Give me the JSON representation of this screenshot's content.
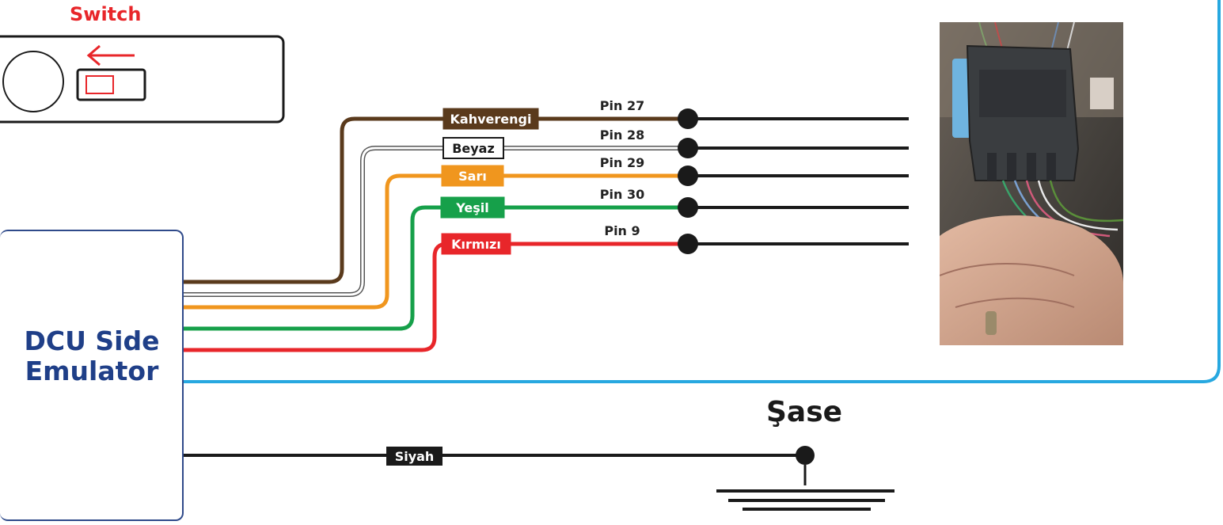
{
  "switch": {
    "title": "Switch"
  },
  "emulator": {
    "line1": "DCU Side",
    "line2": "Emulator"
  },
  "ground": {
    "title": "Şase",
    "wire_label": "Siyah"
  },
  "wires": [
    {
      "label": "Kahverengi",
      "pin": "Pin 27",
      "color": "#5a3a1c"
    },
    {
      "label": "Beyaz",
      "pin": "Pin 28",
      "color": "#ffffff"
    },
    {
      "label": "Sarı",
      "pin": "Pin 29",
      "color": "#f0961e"
    },
    {
      "label": "Yeşil",
      "pin": "Pin 30",
      "color": "#16a04a"
    },
    {
      "label": "Kırmızı",
      "pin": "Pin 9",
      "color": "#e8262a"
    }
  ],
  "colors": {
    "accent_blue": "#27a8e0",
    "emulator_text": "#1f3f88",
    "switch_red": "#e8262a",
    "ground_wire": "#1a1a1a"
  }
}
